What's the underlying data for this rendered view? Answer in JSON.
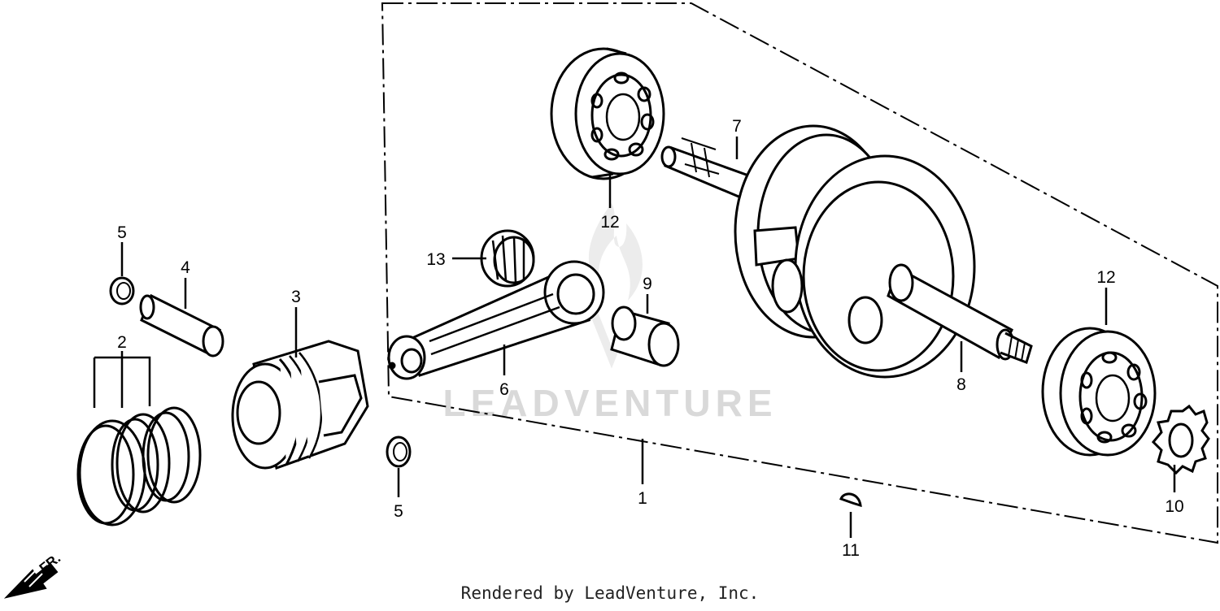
{
  "watermark": "LEADVENTURE",
  "direction_label": "FR.",
  "footer": "Rendered by LeadVenture, Inc.",
  "callouts": {
    "c1": "1",
    "c2": "2",
    "c3": "3",
    "c4": "4",
    "c5a": "5",
    "c5b": "5",
    "c6": "6",
    "c7": "7",
    "c8": "8",
    "c9": "9",
    "c10": "10",
    "c11": "11",
    "c12a": "12",
    "c12b": "12",
    "c13": "13"
  },
  "colors": {
    "ink": "#000000",
    "watermark": "#d9d9d9",
    "background": "#ffffff"
  }
}
